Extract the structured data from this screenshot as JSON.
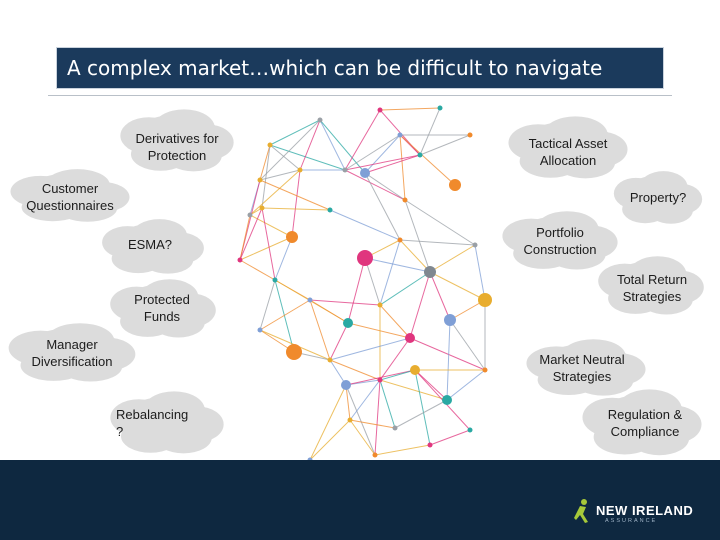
{
  "title": "A complex market…which can be difficult to navigate",
  "labels": {
    "derivatives": "Derivatives for\nProtection",
    "tactical": "Tactical Asset\nAllocation",
    "customer": "Customer\nQuestionnaires",
    "property": "Property?",
    "esma": "ESMA?",
    "portfolio": "Portfolio\nConstruction",
    "total_return": "Total Return\nStrategies",
    "protected": "Protected\nFunds",
    "manager": "Manager\nDiversification",
    "market_neutral": "Market Neutral\nStrategies",
    "rebalancing": "Rebalancing\n?",
    "regulation": "Regulation &\nCompliance"
  },
  "brand": {
    "name": "NEW IRELAND",
    "tagline": "ASSURANCE"
  },
  "colors": {
    "title_bg": "#1b3a5c",
    "footer_bg": "#0e2840",
    "cloud": "#dcdcdc",
    "node_palette": [
      "#e8ad2f",
      "#9aa0a6",
      "#e0367e",
      "#2aa9a3",
      "#7f9fd6",
      "#f08a2c"
    ]
  }
}
